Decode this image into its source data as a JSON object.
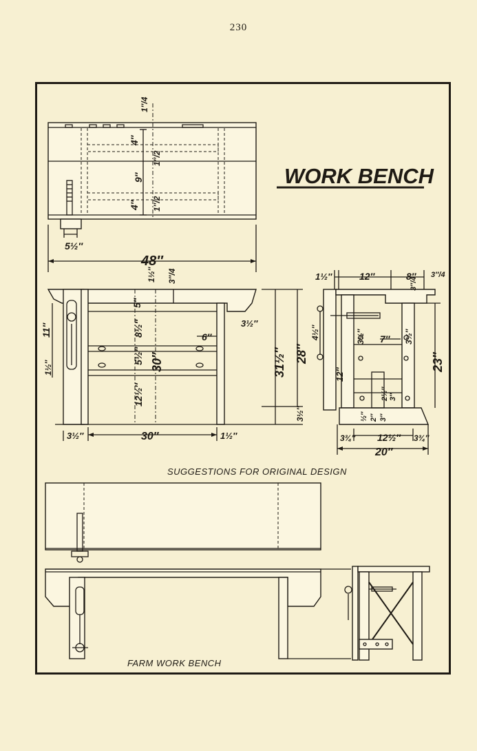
{
  "page_number": "230",
  "title": "WORK BENCH",
  "captions": {
    "middle": "SUGGESTIONS FOR ORIGINAL DESIGN",
    "bottom": "FARM WORK BENCH"
  },
  "dimensions": {
    "top_view": {
      "quarter": "1″/4",
      "four_a": "4″",
      "nine": "9″",
      "four_b": "4″",
      "half_a": "1″/2",
      "half_b": "1″/2",
      "five_half": "5½″",
      "forty_eight": "48″"
    },
    "front_view": {
      "one_half_top": "1½″",
      "three_quarter": "3″/4",
      "five": "5″",
      "eight_half": "8½″",
      "five_half": "5½″",
      "thirty_v": "30″",
      "twelve_half": "12½″",
      "six": "6″",
      "three_half_right": "3½″",
      "eleven": "11″",
      "one_half_left": "1½″",
      "thirty_one_half": "31½″",
      "twenty_eight": "28″",
      "three_half_floor": "3½″",
      "three_half_bottom": "3½″",
      "thirty_h": "30″",
      "one_half_bottom": "1½″"
    },
    "end_view": {
      "one_half": "1½″",
      "twelve": "12″",
      "eight": "8″",
      "three_quarter_a": "3″/4",
      "three_quarter_b": "3″/4",
      "four_half": "4½″",
      "three_half_a": "3½″",
      "seven": "7″",
      "three_half_b": "3½″",
      "twenty_three": "23″",
      "twelve_b": "12″",
      "half": "½″",
      "two": "2″",
      "three": "3″",
      "two_half": "2½″",
      "three_c": "3″",
      "three_quarter_left": "3¾″",
      "twelve_half": "12½″",
      "three_quarter_right": "3¾″",
      "twenty": "20″"
    }
  }
}
